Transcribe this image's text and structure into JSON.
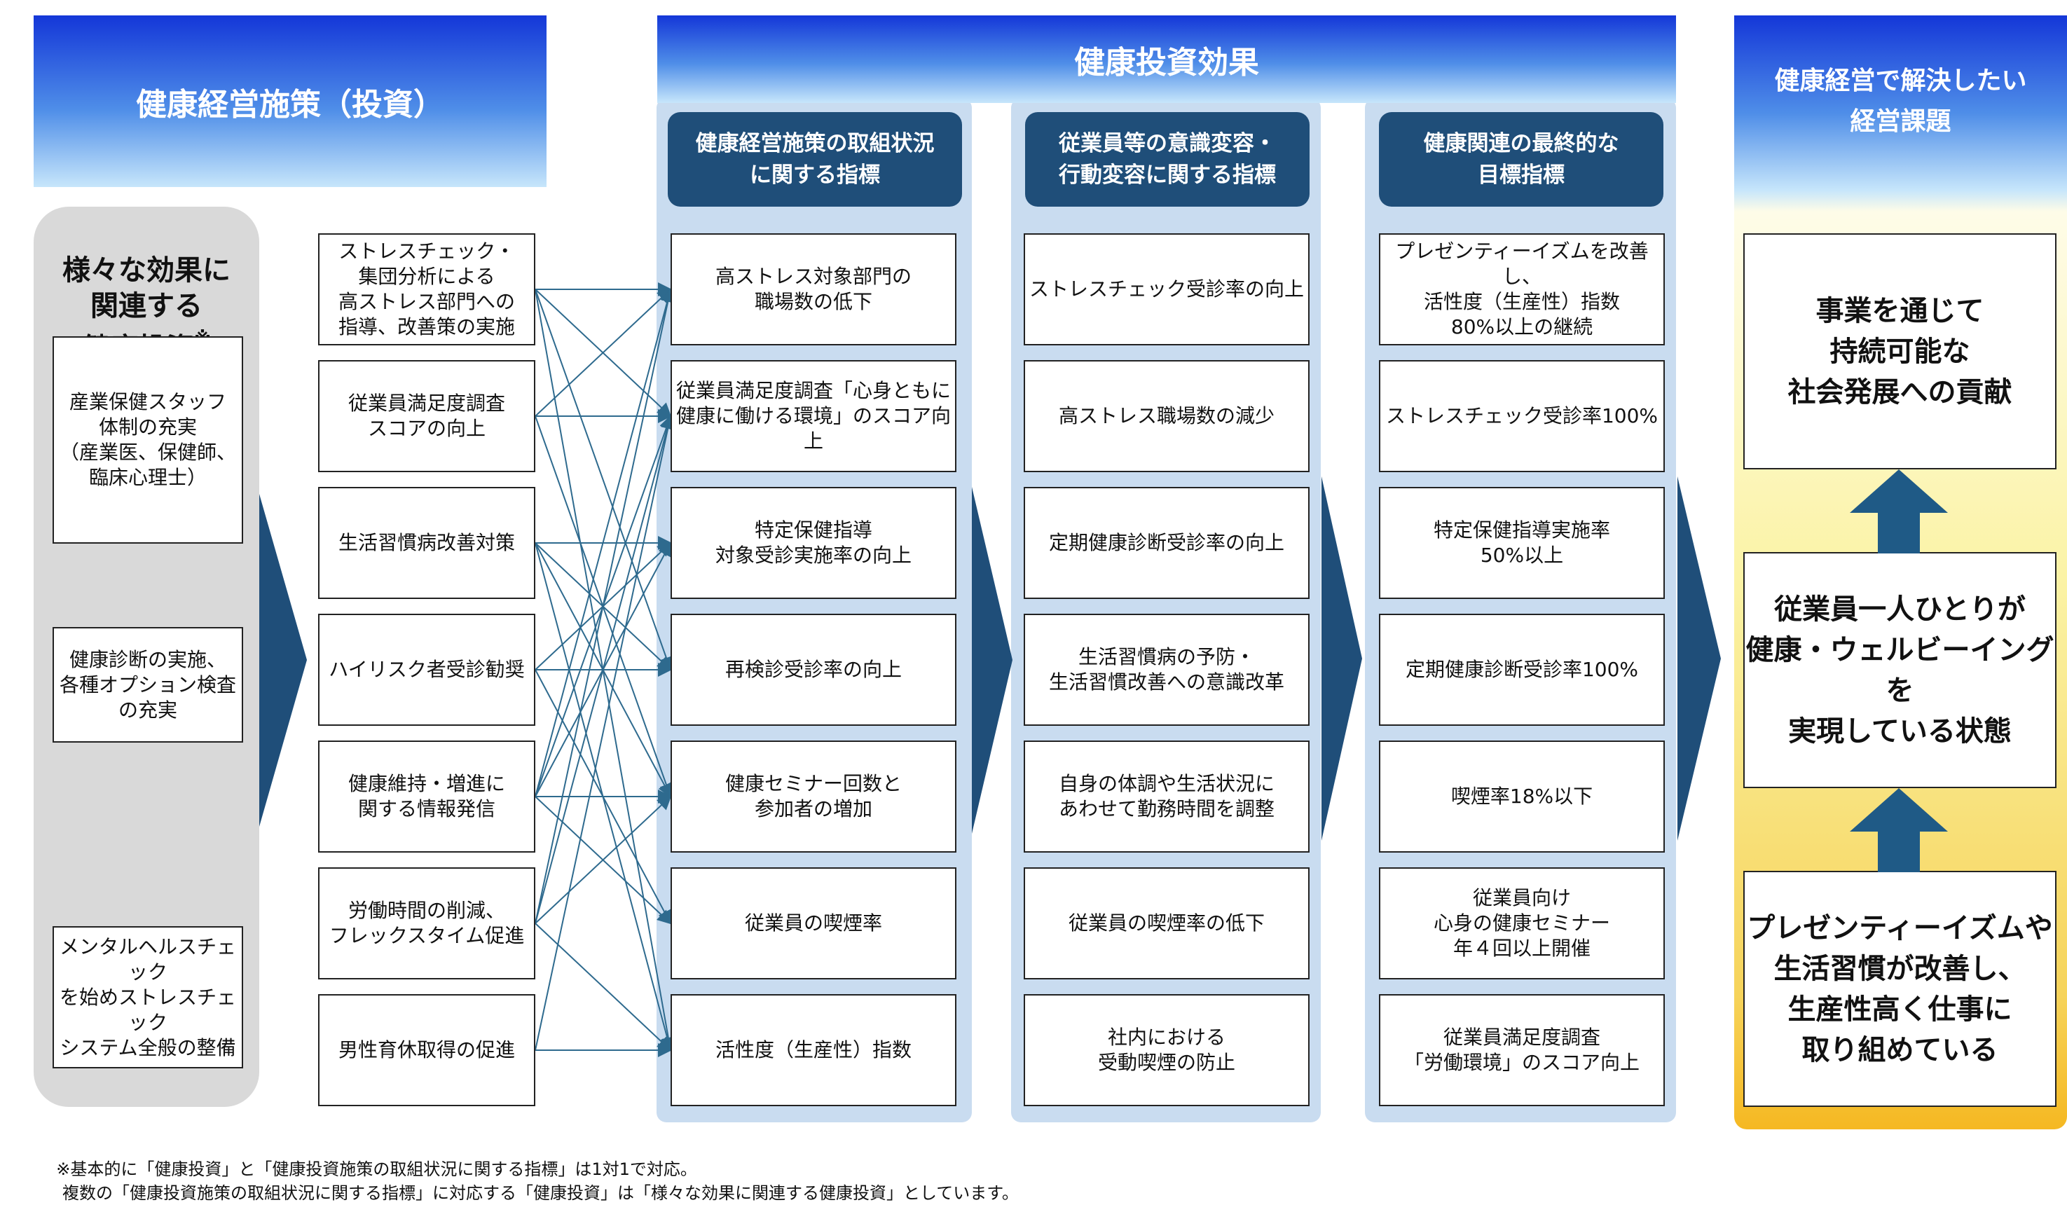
{
  "headers": {
    "investment": "健康経営施策（投資）",
    "effects": "健康投資効果",
    "issues": "健康経営で解決したい\n経営課題"
  },
  "related_investment": {
    "title": "様々な効果に\n関連する\n健康投資",
    "mark": "※",
    "items": [
      "産業保健スタッフ\n体制の充実\n（産業医、保健師、\n臨床心理士）",
      "健康診断の実施、\n各種オプション検査\nの充実",
      "メンタルヘルスチェック\nを始めストレスチェック\nシステム全般の整備"
    ]
  },
  "measures": [
    "ストレスチェック・\n集団分析による\n高ストレス部門への\n指導、改善策の実施",
    "従業員満足度調査\nスコアの向上",
    "生活習慣病改善対策",
    "ハイリスク者受診勧奨",
    "健康維持・増進に\n関する情報発信",
    "労働時間の削減、\nフレックスタイム促進",
    "男性育休取得の促進"
  ],
  "columns": [
    {
      "header": "健康経営施策の取組状況\nに関する指標",
      "items": [
        "高ストレス対象部門の\n職場数の低下",
        "従業員満足度調査「心身ともに\n健康に働ける環境」のスコア向上",
        "特定保健指導\n対象受診実施率の向上",
        "再検診受診率の向上",
        "健康セミナー回数と\n参加者の増加",
        "従業員の喫煙率",
        "活性度（生産性）指数"
      ]
    },
    {
      "header": "従業員等の意識変容・\n行動変容に関する指標",
      "items": [
        "ストレスチェック受診率の向上",
        "高ストレス職場数の減少",
        "定期健康診断受診率の向上",
        "生活習慣病の予防・\n生活習慣改善への意識改革",
        "自身の体調や生活状況に\nあわせて勤務時間を調整",
        "従業員の喫煙率の低下",
        "社内における\n受動喫煙の防止"
      ]
    },
    {
      "header": "健康関連の最終的な\n目標指標",
      "items": [
        "プレゼンティーイズムを改善し、\n活性度（生産性）指数\n80%以上の継続",
        "ストレスチェック受診率100%",
        "特定保健指導実施率\n50%以上",
        "定期健康診断受診率100%",
        "喫煙率18%以下",
        "従業員向け\n心身の健康セミナー\n年４回以上開催",
        "従業員満足度調査\n「労働環境」のスコア向上"
      ]
    }
  ],
  "issues": [
    "事業を通じて\n持続可能な\n社会発展への貢献",
    "従業員一人ひとりが\n健康・ウェルビーイングを\n実現している状態",
    "プレゼンティーイズムや\n生活習慣が改善し、\n生産性高く仕事に\n取り組めている"
  ],
  "footnote": "※基本的に「健康投資」と「健康投資施策の取組状況に関する指標」は1対1で対応。\n　複数の「健康投資施策の取組状況に関する指標」に対応する「健康投資」は「様々な効果に関連する健康投資」としています。",
  "colors": {
    "header_blue": "#1437d8",
    "subheader_navy": "#1f4e79",
    "panel_light_blue": "#c9dcf0",
    "chevron_navy": "#1f4e79",
    "connector": "#2e6a8e",
    "issue_gold": "#f5b822"
  }
}
